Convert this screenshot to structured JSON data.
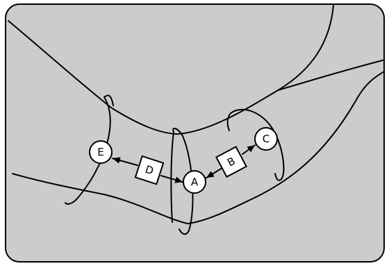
{
  "nodes": {
    "a": "A",
    "b": "B",
    "c": "C",
    "d": "D",
    "e": "E"
  },
  "colors": {
    "panel_fill": "#cccccc",
    "stroke": "#000000",
    "node_fill": "#ffffff"
  }
}
